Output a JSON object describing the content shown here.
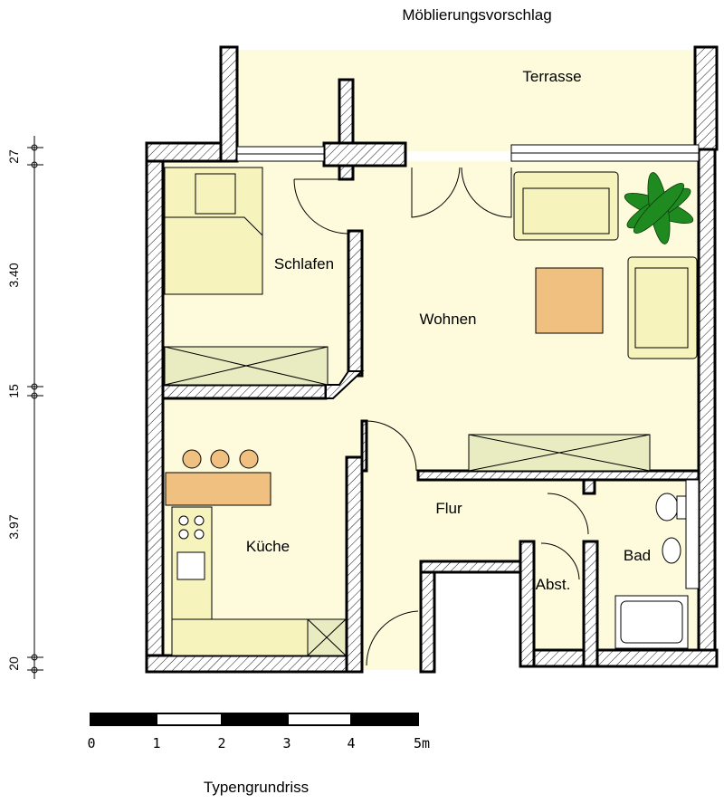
{
  "title": "Möblierungsvorschlag",
  "caption": "Typengrundriss",
  "rooms": {
    "terrasse": "Terrasse",
    "schlafen": "Schlafen",
    "wohnen": "Wohnen",
    "kueche": "Küche",
    "flur": "Flur",
    "bad": "Bad",
    "abst": "Abst."
  },
  "dimensions": [
    "27",
    "3.40",
    "15",
    "3.97",
    "20"
  ],
  "scale": {
    "ticks": [
      "0",
      "1",
      "2",
      "3",
      "4",
      "5m"
    ]
  },
  "colors": {
    "floor": "#fdfbdc",
    "furniture": "#f6f3bd",
    "table": "#f0c080",
    "plant": "#1f8a1f",
    "wall": "#000000"
  }
}
